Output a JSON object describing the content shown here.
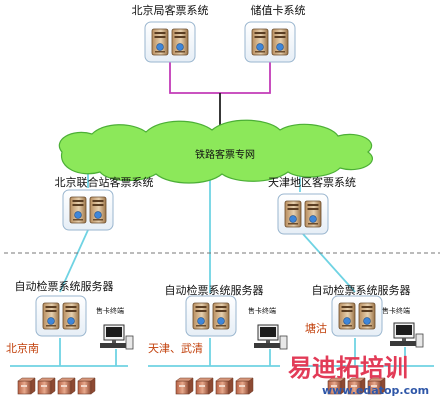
{
  "labels": {
    "beijing_bureau": "北京局客票系统",
    "stored_card": "储值卡系统",
    "railway_network": "铁路客票专网",
    "beijing_joint": "北京联合站客票系统",
    "tianjin_region": "天津地区客票系统",
    "afc_server": "自动检票系统服务器",
    "card_terminal": "售卡终端",
    "loc_beijing_south": "北京南",
    "loc_tianjin_wuqing": "天津、武清",
    "loc_tanggu": "塘沽"
  },
  "watermark": {
    "main": "易迪拓培训",
    "sub": "www.edatop.com"
  },
  "colors": {
    "cloud_fill": "#8ce85a",
    "cloud_stroke": "#4caf36",
    "link_magenta": "#c23bb8",
    "link_cyan": "#6fd3e3",
    "link_black": "#222222",
    "dashed": "#777777",
    "location": "#c2410c",
    "panel_border": "#9ab6cf",
    "watermark_red": "#e23b57",
    "watermark_blue": "#2f57a8"
  },
  "icons": [
    "server-pair-icon",
    "computer-terminal-icon",
    "gate-device-icon",
    "cloud-icon"
  ]
}
